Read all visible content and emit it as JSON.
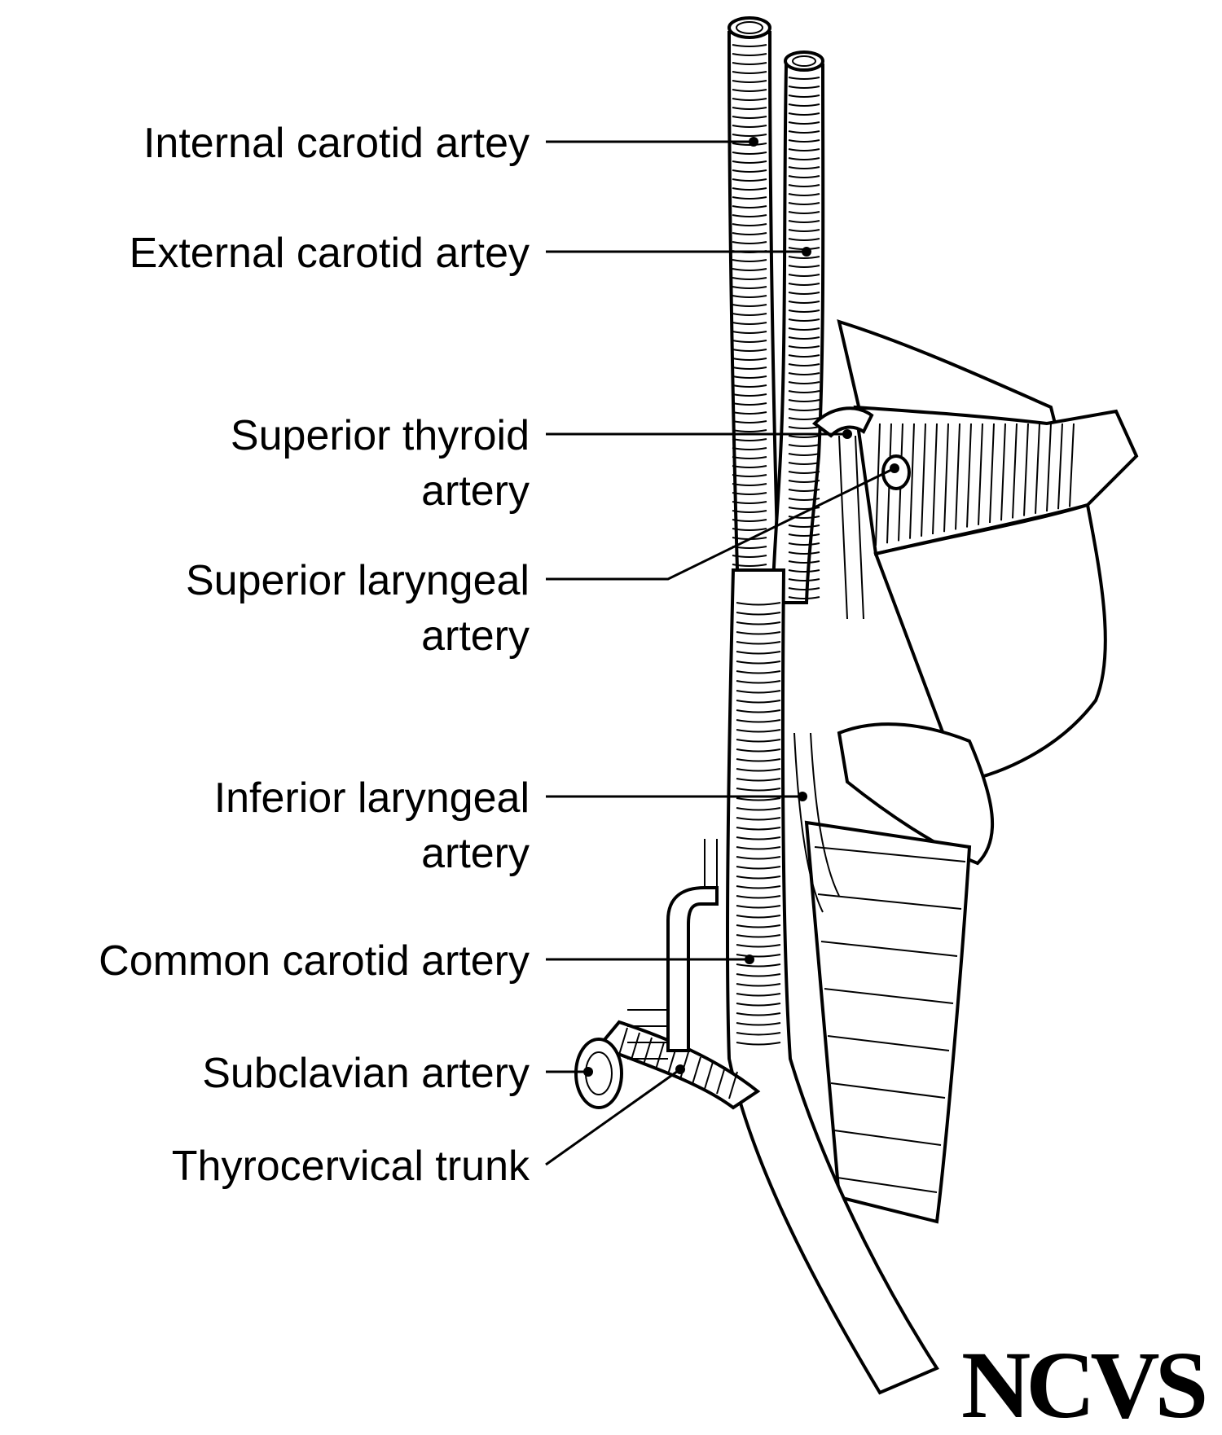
{
  "labels": [
    {
      "id": "internal-carotid",
      "lines": [
        "Internal carotid artey"
      ]
    },
    {
      "id": "external-carotid",
      "lines": [
        "External carotid artey"
      ]
    },
    {
      "id": "superior-thyroid",
      "lines": [
        "Superior thyroid",
        "artery"
      ]
    },
    {
      "id": "superior-laryngeal",
      "lines": [
        "Superior laryngeal",
        "artery"
      ]
    },
    {
      "id": "inferior-laryngeal",
      "lines": [
        "Inferior laryngeal",
        "artery"
      ]
    },
    {
      "id": "common-carotid",
      "lines": [
        "Common carotid artery"
      ]
    },
    {
      "id": "subclavian",
      "lines": [
        "Subclavian artery"
      ]
    },
    {
      "id": "thyrocervical",
      "lines": [
        "Thyrocervical trunk"
      ]
    }
  ],
  "logo": {
    "text": "NCVS"
  },
  "colors": {
    "ink": "#000000",
    "background": "#ffffff"
  }
}
